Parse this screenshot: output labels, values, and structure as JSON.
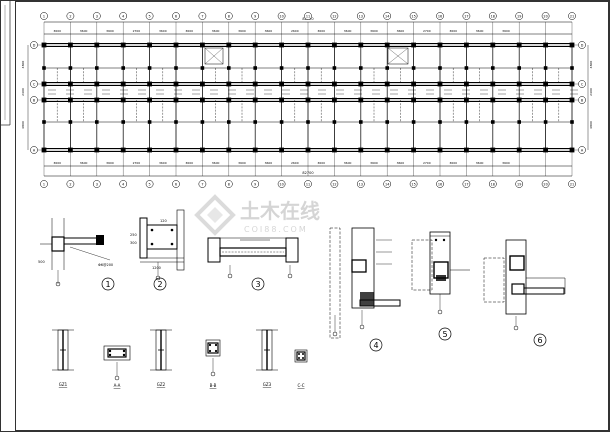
{
  "drawing": {
    "watermark": {
      "cn": "土木在线",
      "en": "COI88.COM"
    },
    "plan": {
      "overall_length": "82700",
      "top_bays": [
        "3600",
        "3600",
        "3600",
        "2700",
        "3600",
        "3600",
        "3600",
        "3600",
        "3600",
        "2600",
        "3600",
        "3600",
        "3600",
        "3600",
        "2700",
        "3600",
        "3600",
        "3600"
      ],
      "bottom_bays": [
        "3600",
        "3600",
        "3600",
        "2700",
        "3600",
        "3600",
        "3600",
        "3600",
        "3600",
        "2600",
        "3600",
        "3600",
        "3600",
        "3600",
        "2700",
        "3600",
        "3600",
        "3600"
      ],
      "column_axes": [
        "1",
        "2",
        "3",
        "4",
        "5",
        "6",
        "7",
        "8",
        "9",
        "10",
        "11",
        "12",
        "13",
        "14",
        "15",
        "16",
        "17",
        "18",
        "19",
        "20",
        "21"
      ],
      "row_axes": [
        "D",
        "C",
        "B",
        "A"
      ],
      "left_dims": [
        "4800",
        "2400",
        "4800"
      ],
      "right_dims": [
        "4800",
        "2400",
        "4800"
      ]
    },
    "details": [
      {
        "label": "1"
      },
      {
        "label": "2"
      },
      {
        "label": "3"
      },
      {
        "label": "4"
      },
      {
        "label": "5"
      },
      {
        "label": "6"
      }
    ],
    "sections": [
      {
        "label": "GZ1"
      },
      {
        "label": "A-A"
      },
      {
        "label": "GZ2"
      },
      {
        "label": "B-B"
      },
      {
        "label": "GZ3"
      },
      {
        "label": "C-C"
      }
    ],
    "dim_snippets": {
      "d1_a": "500",
      "d1_b": "Φ6@200",
      "d2_a": "250",
      "d2_b": "300",
      "d2_c": "120",
      "d2_d": "1200"
    }
  }
}
